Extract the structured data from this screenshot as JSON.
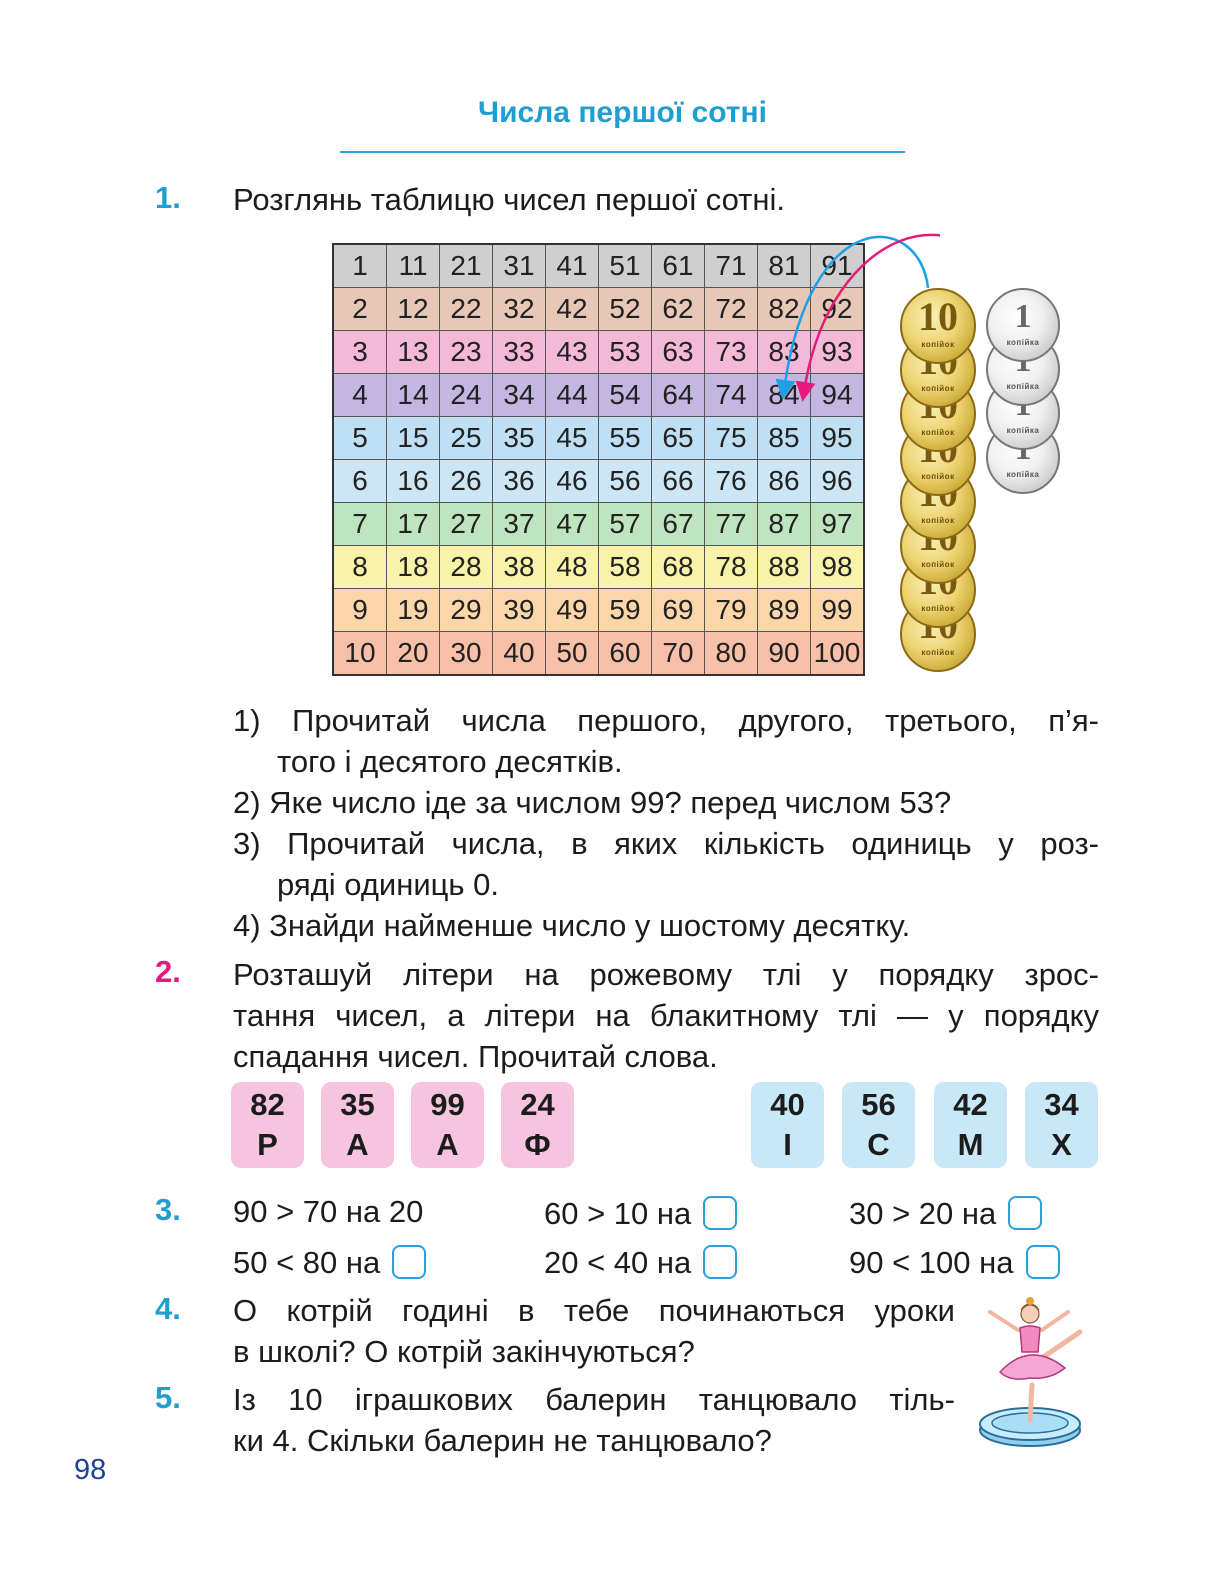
{
  "header": {
    "title": "Числа першої сотні"
  },
  "task1": {
    "num": "1.",
    "text": "Розглянь таблицю чисел першої сотні.",
    "table": [
      [
        "1",
        "11",
        "21",
        "31",
        "41",
        "51",
        "61",
        "71",
        "81",
        "91"
      ],
      [
        "2",
        "12",
        "22",
        "32",
        "42",
        "52",
        "62",
        "72",
        "82",
        "92"
      ],
      [
        "3",
        "13",
        "23",
        "33",
        "43",
        "53",
        "63",
        "73",
        "83",
        "93"
      ],
      [
        "4",
        "14",
        "24",
        "34",
        "44",
        "54",
        "64",
        "74",
        "84",
        "94"
      ],
      [
        "5",
        "15",
        "25",
        "35",
        "45",
        "55",
        "65",
        "75",
        "85",
        "95"
      ],
      [
        "6",
        "16",
        "26",
        "36",
        "46",
        "56",
        "66",
        "76",
        "86",
        "96"
      ],
      [
        "7",
        "17",
        "27",
        "37",
        "47",
        "57",
        "67",
        "77",
        "87",
        "97"
      ],
      [
        "8",
        "18",
        "28",
        "38",
        "48",
        "58",
        "68",
        "78",
        "88",
        "98"
      ],
      [
        "9",
        "19",
        "29",
        "39",
        "49",
        "59",
        "69",
        "79",
        "89",
        "99"
      ],
      [
        "10",
        "20",
        "30",
        "40",
        "50",
        "60",
        "70",
        "80",
        "90",
        "100"
      ]
    ],
    "row_colors": [
      "#cfcfcf",
      "#e7c7b6",
      "#f5b9d8",
      "#c3b6e0",
      "#bfe0f4",
      "#cde6f5",
      "#bfe4c0",
      "#f8f3a8",
      "#fbd6a9",
      "#f8c0a8"
    ],
    "coin_big": {
      "value": "10",
      "label": "копійок"
    },
    "coin_small": {
      "value": "1",
      "label": "копійка"
    },
    "arrow_colors": {
      "blue": "#1da1e6",
      "pink": "#e8197d"
    },
    "q1_line1": "1) Прочитай числа першого, другого, третього, п’я-",
    "q1_line2": "того і десятого десятків.",
    "q2": "2) Яке число іде за числом 99? перед числом 53?",
    "q3_line1": "3) Прочитай числа, в яких кількість одиниць у роз-",
    "q3_line2": "ряді одиниць 0.",
    "q4": "4) Знайди найменше число у шостому десятку."
  },
  "task2": {
    "num": "2.",
    "line1": "Розташуй літери на рожевому тлі у порядку зрос-",
    "line2": "тання чисел, а літери на блакитному тлі — у порядку",
    "line3": "спадання чисел. Прочитай слова.",
    "pink_cards": [
      {
        "n": "82",
        "l": "Р"
      },
      {
        "n": "35",
        "l": "А"
      },
      {
        "n": "99",
        "l": "А"
      },
      {
        "n": "24",
        "l": "Ф"
      }
    ],
    "blue_cards": [
      {
        "n": "40",
        "l": "І"
      },
      {
        "n": "56",
        "l": "С"
      },
      {
        "n": "42",
        "l": "М"
      },
      {
        "n": "34",
        "l": "Х"
      }
    ]
  },
  "task3": {
    "num": "3.",
    "r1c1": "90 > 70 на 20",
    "r1c2": "60 > 10 на",
    "r1c3": "30 > 20 на",
    "r2c1": "50 < 80 на",
    "r2c2": "20 < 40 на",
    "r2c3": "90 < 100 на"
  },
  "task4": {
    "num": "4.",
    "line1": "О котрій годині в тебе починаються уроки",
    "line2": "в школі? О котрій закінчуються?"
  },
  "task5": {
    "num": "5.",
    "line1": "Із 10 іграшкових балерин танцювало тіль-",
    "line2": "ки 4. Скільки балерин не танцювало?"
  },
  "page_number": "98"
}
